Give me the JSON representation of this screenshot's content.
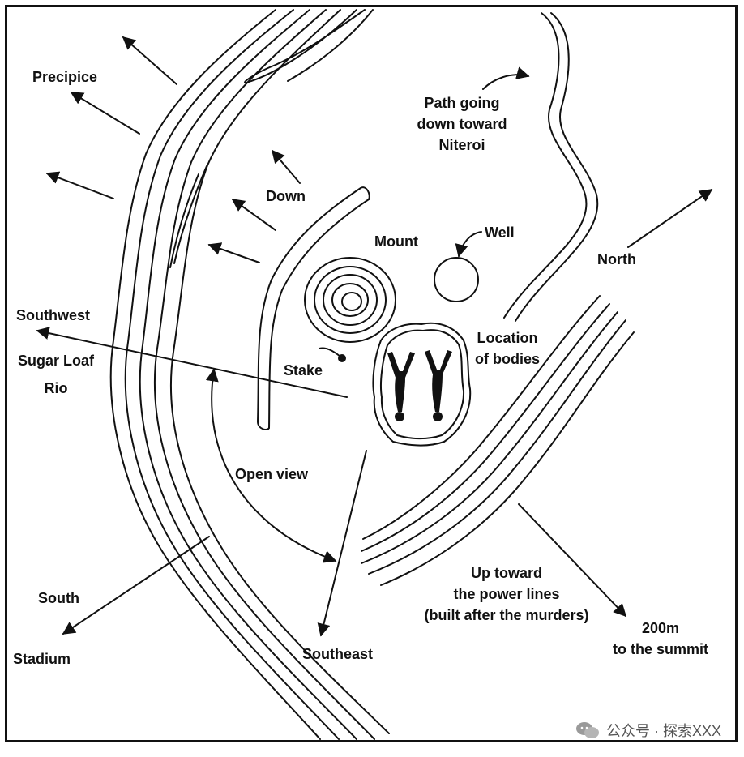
{
  "map": {
    "labels": {
      "precipice": "Precipice",
      "down": "Down",
      "path": [
        "Path going",
        "down toward",
        "Niteroi"
      ],
      "mount": "Mount",
      "well": "Well",
      "north": "North",
      "southwest": "Southwest",
      "sugar_loaf": [
        "Sugar Loaf",
        "Rio"
      ],
      "stake": "Stake",
      "location": [
        "Location",
        "of bodies"
      ],
      "open_view": "Open view",
      "up_toward": [
        "Up toward",
        "the power lines",
        "(built after the murders)"
      ],
      "summit": [
        "200m",
        "to the summit"
      ],
      "south": "South",
      "stadium": "Stadium",
      "southeast": "Southeast"
    }
  },
  "watermark": {
    "text": "公众号 · 探索XXX",
    "icon": "wechat-bubbles-icon"
  },
  "colors": {
    "ink": "#111111",
    "background": "#ffffff"
  }
}
